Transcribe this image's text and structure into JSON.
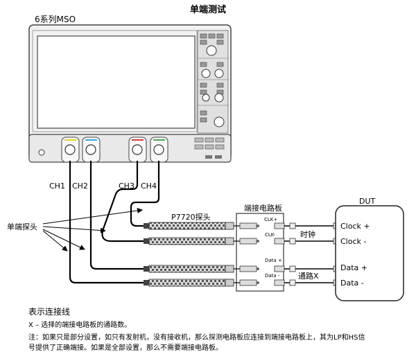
{
  "title": "单端测试",
  "scope": {
    "label": "6系列MSO",
    "channels": [
      "CH1",
      "CH2",
      "CH3",
      "CH4"
    ]
  },
  "probe": {
    "model": "P7720探头",
    "group_label": "单端探头"
  },
  "board": {
    "label": "端接电路板",
    "pins": [
      "CLK+",
      "CLK-",
      "Data +",
      "Data -"
    ]
  },
  "dut": {
    "label": "DUT",
    "pins": [
      "Clock +",
      "Clock -",
      "Data +",
      "Data -"
    ]
  },
  "annotations": {
    "clock_channel": "时钟",
    "path_x": "通路X"
  },
  "legend": {
    "heading": "表示连接线",
    "x_note": "X – 选择的端接电路板的通路数。",
    "note_line1": "注：如果只是部分设置，如只有发射机，没有接收机，那么探测电路板应连接到端接电路板上，其为LP和HS信",
    "note_line2": "号提供了正确端接。如果是全部设置，那么不需要端接电路板。"
  },
  "colors": {
    "ch1": "#e8d21a",
    "ch2": "#35a9e0",
    "ch3": "#d83a3a",
    "ch4": "#3fae49"
  }
}
